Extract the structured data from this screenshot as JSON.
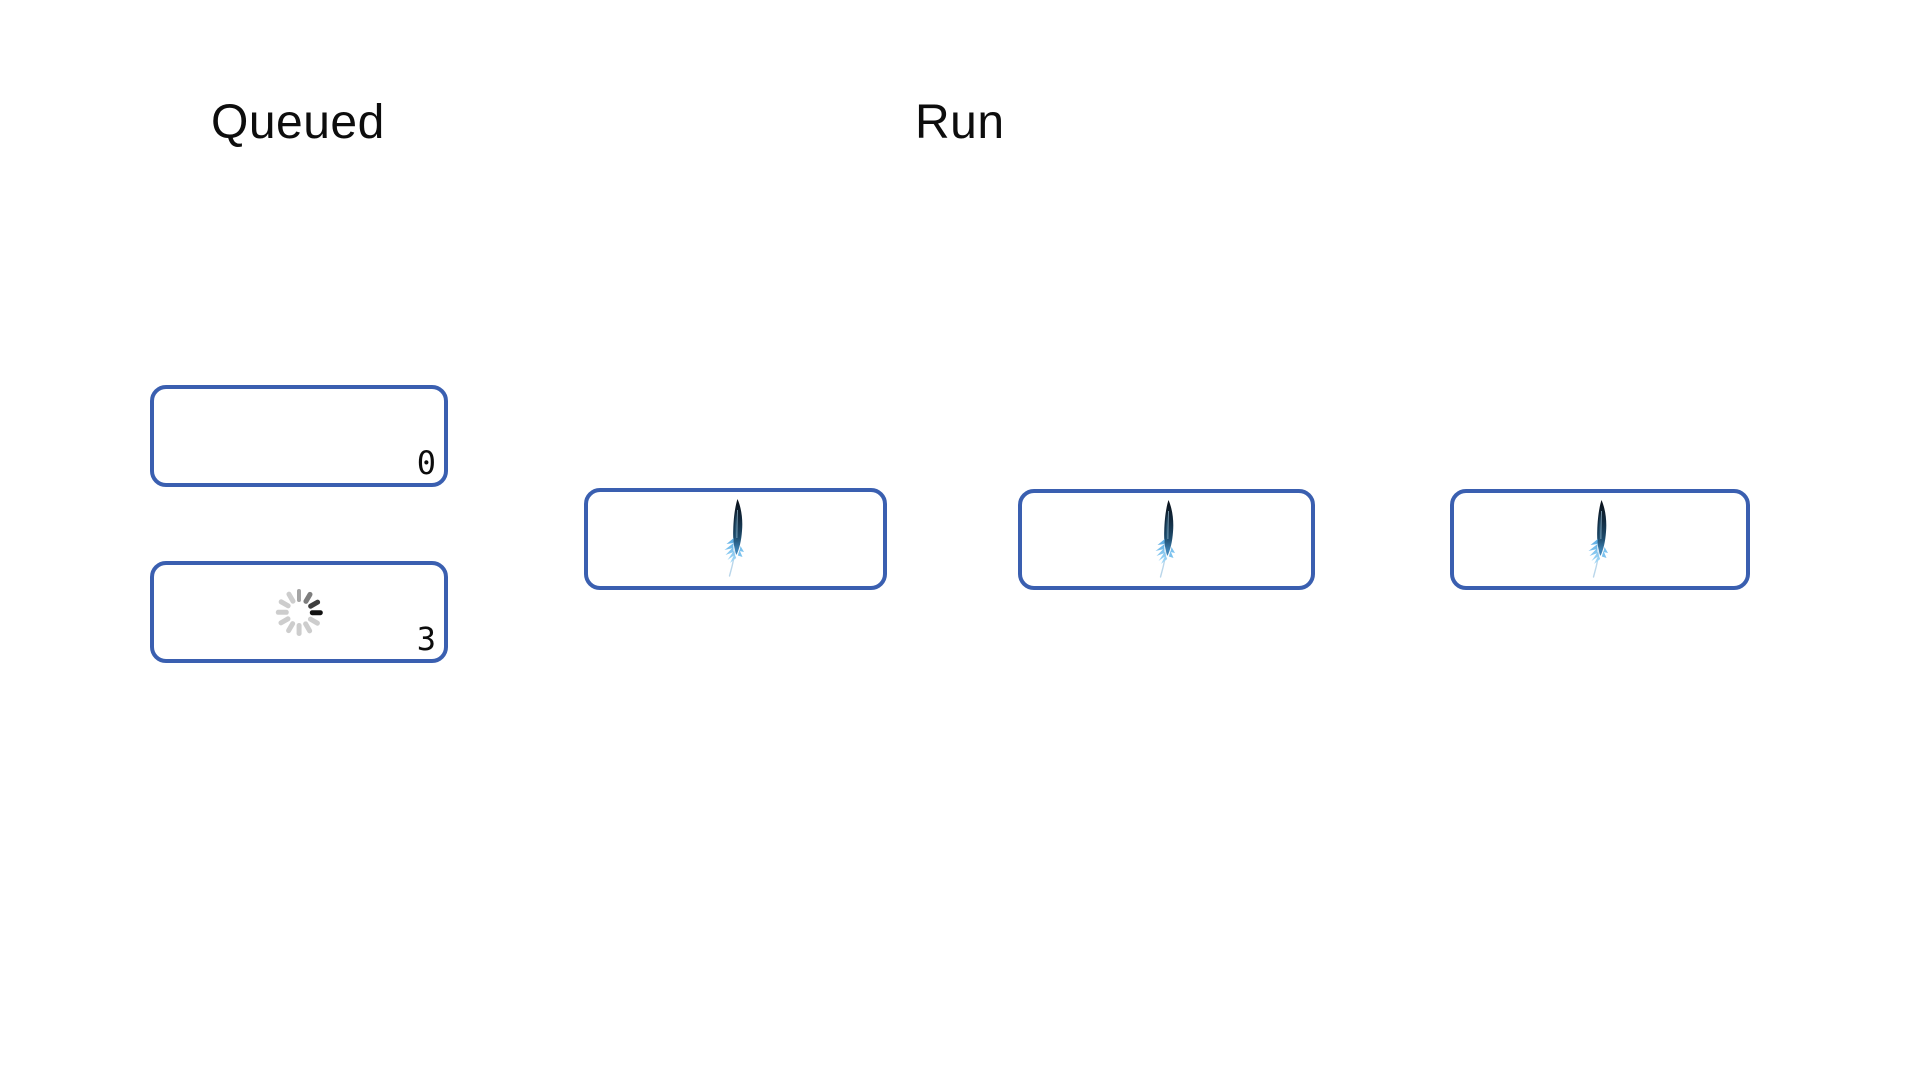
{
  "page": {
    "background": "#ffffff"
  },
  "colors": {
    "page_bg": "#ffffff",
    "heading_text": "#0d0d0d",
    "count_text": "#0c0c0c",
    "accent": "#3a5fb0",
    "spinner_base": "#cdcdcd",
    "spinner_leader": "#121212",
    "spinner_trail_a": "#3e3e3e",
    "spinner_trail_b": "#7d7d7d",
    "spinner_trail_c": "#a4a4a4",
    "feather_dark": "#0a1018",
    "feather_mid": "#123049",
    "feather_light": "#6ab7ea"
  },
  "columns": {
    "queued": {
      "label": "Queued",
      "slots": [
        {
          "count": "0",
          "loading": false,
          "icon": ""
        },
        {
          "count": "3",
          "loading": true,
          "icon": "loading-spinner"
        }
      ]
    },
    "run": {
      "label": "Run",
      "workers": [
        {
          "icon": "feather"
        },
        {
          "icon": "feather"
        },
        {
          "icon": "feather"
        }
      ]
    }
  }
}
